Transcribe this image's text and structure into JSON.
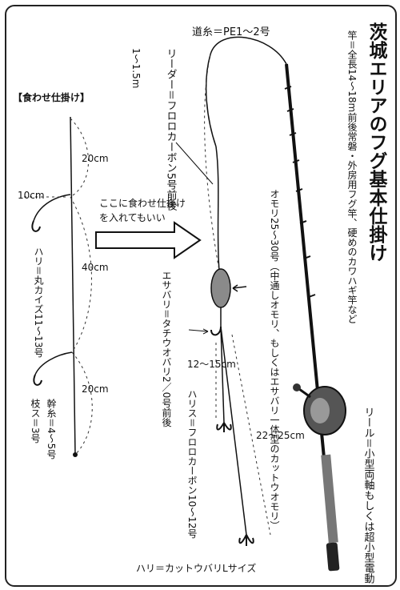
{
  "title": "茨城エリアのフグ基本仕掛け",
  "rod": "竿＝全長14〜18m前後常磐・外房用フグ竿、硬めのカワハギ竿など",
  "main_line": "道糸＝PE1〜2号",
  "leader": "リーダー＝フロロカーボン5号前後",
  "leader_len": "1〜1.5m",
  "sinker": "オモリ25〜30号（中通しオモリ、もしくはエサバリ一体型のカットウオモリ）",
  "bait_hook": "エサバリ＝タチウオバリ2／0号前後",
  "len_12_15": "12〜15cm",
  "harris": "ハリス＝フロロカーボン10〜12号",
  "len_22_25": "22〜25cm",
  "bottom_hook": "ハリ＝カットウバリLサイズ",
  "reel": "リール＝小型両軸もしくは超小型電動",
  "arrow_note_1": "ここに食わせ仕掛け",
  "arrow_note_2": "を入れてもいい",
  "side_rig_title": "【食わせ仕掛け】",
  "dim_10": "10cm",
  "dim_20a": "20cm",
  "dim_40": "40cm",
  "dim_20b": "20cm",
  "side_hook": "ハリ＝丸カイズ11〜13号",
  "side_line": "幹糸＝4〜5号",
  "side_branch": "枝ス＝3号",
  "colors": {
    "line": "#111111",
    "sinker": "#8a8a8a",
    "dash": "#333333"
  }
}
